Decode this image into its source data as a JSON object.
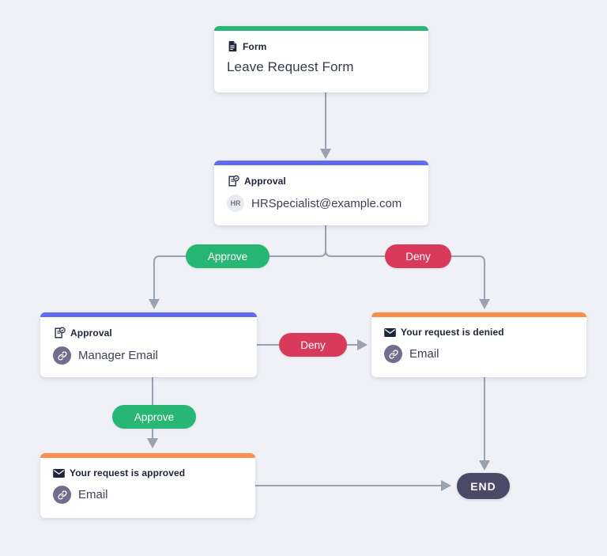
{
  "canvas": {
    "background": "#eff1f7"
  },
  "colors": {
    "background": "#eff1f7",
    "connector": "#9aa1b0",
    "approve": "#27b673",
    "deny": "#d93a5c",
    "end": "#4b4965",
    "form_accent": "#27b673",
    "approval_accent": "#5f6cf3",
    "email_accent": "#f8904c",
    "card_bg": "#ffffff",
    "label_text": "#20263a",
    "body_text": "#3c4257",
    "link_badge_bg": "#716d8a",
    "avatar_bg": "#e9eaef",
    "avatar_text": "#6f7689"
  },
  "icons": {
    "form": "document-icon",
    "approval": "clipboard-check-icon",
    "email": "envelope-icon",
    "assignee_link": "link-icon"
  },
  "nodes": {
    "form": {
      "type_label": "Form",
      "title": "Leave Request Form"
    },
    "hr_approval": {
      "type_label": "Approval",
      "assignee_initials": "HR",
      "assignee": "HRSpecialist@example.com"
    },
    "manager_approval": {
      "type_label": "Approval",
      "assignee": "Manager Email"
    },
    "denied_email": {
      "type_label": "Your request is denied",
      "channel": "Email"
    },
    "approved_email": {
      "type_label": "Your request is approved",
      "channel": "Email"
    }
  },
  "edges": {
    "hr_approve_label": "Approve",
    "hr_deny_label": "Deny",
    "manager_deny_label": "Deny",
    "manager_approve_label": "Approve",
    "end_label": "END"
  }
}
